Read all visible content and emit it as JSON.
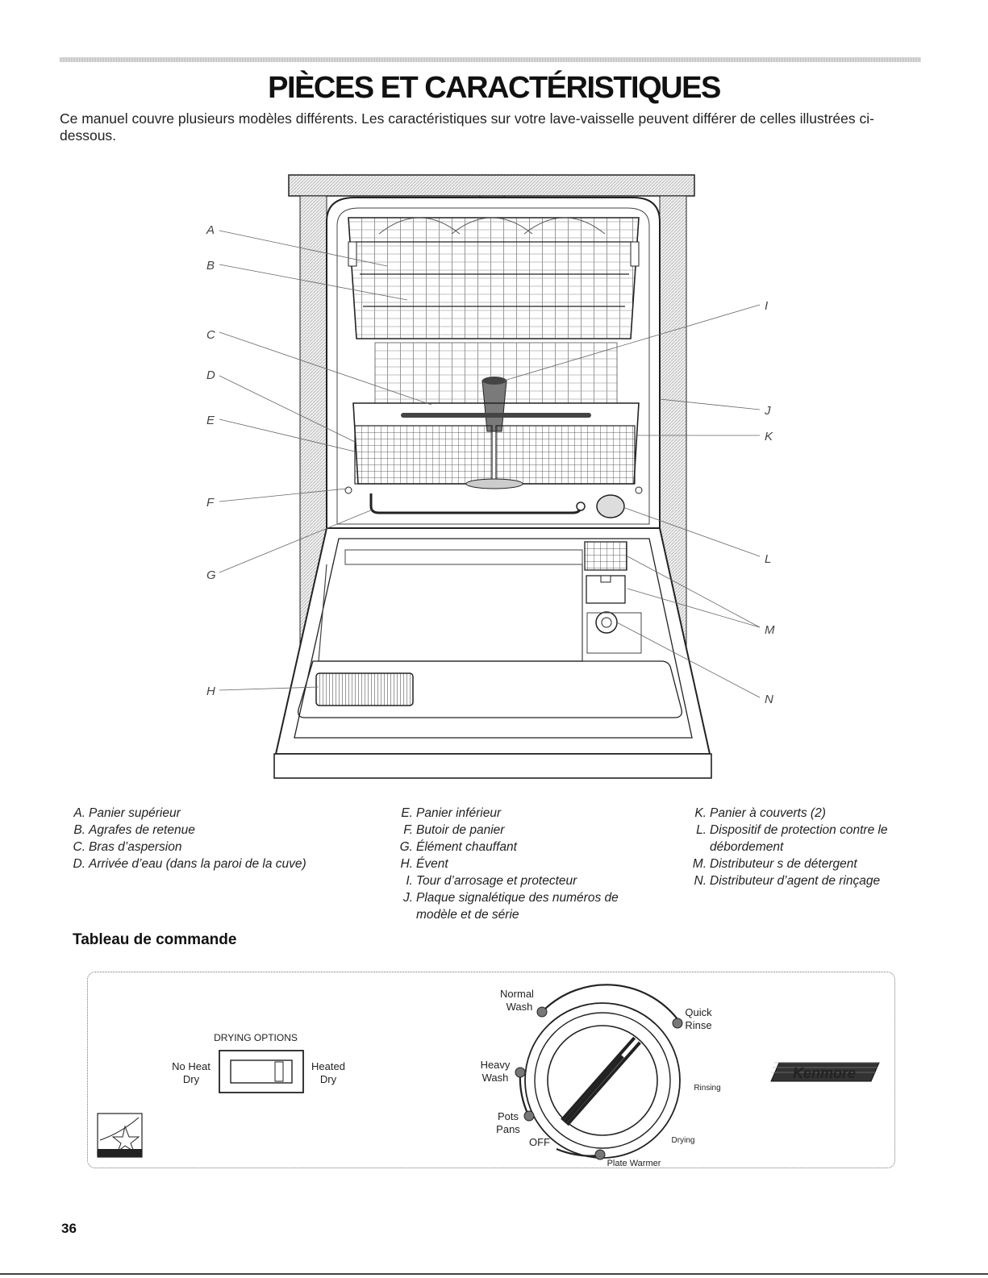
{
  "page": {
    "title": "PIÈCES ET CARACTÉRISTIQUES",
    "intro": "Ce manuel couvre plusieurs modèles différents. Les caractéristiques sur votre lave-vaisselle peuvent différer de celles illustrées ci-dessous.",
    "page_number": "36"
  },
  "figure": {
    "labels": [
      "A",
      "B",
      "C",
      "D",
      "E",
      "F",
      "G",
      "H",
      "I",
      "J",
      "K",
      "L",
      "M",
      "N"
    ]
  },
  "captions": {
    "col1": [
      {
        "letter": "A.",
        "text": "Panier supérieur"
      },
      {
        "letter": "B.",
        "text": "Agrafes de retenue"
      },
      {
        "letter": "C.",
        "text": "Bras d’aspersion"
      },
      {
        "letter": "D.",
        "text": "Arrivée d’eau (dans la paroi de la cuve)"
      }
    ],
    "col2": [
      {
        "letter": "E.",
        "text": "Panier inférieur"
      },
      {
        "letter": "F.",
        "text": "Butoir de panier"
      },
      {
        "letter": "G.",
        "text": "Élément chauffant"
      },
      {
        "letter": "H.",
        "text": "Évent"
      },
      {
        "letter": "I.",
        "text": "Tour d’arrosage et protecteur"
      },
      {
        "letter": "J.",
        "text": "Plaque signalétique des numéros de modèle et de série"
      }
    ],
    "col3": [
      {
        "letter": "K.",
        "text": "Panier à couverts (2)"
      },
      {
        "letter": "L.",
        "text": "Dispositif de protection contre le débordement"
      },
      {
        "letter": "M.",
        "text": "Distributeur s de détergent"
      },
      {
        "letter": "N.",
        "text": "Distributeur d’agent de rinçage"
      }
    ]
  },
  "control_panel": {
    "heading": "Tableau de commande",
    "drying": {
      "title": "DRYING OPTIONS",
      "left_1": "No Heat",
      "left_2": "Dry",
      "right_1": "Heated",
      "right_2": "Dry"
    },
    "energy_star": "ENERGY STAR",
    "dial": {
      "normal_1": "Normal",
      "normal_2": "Wash",
      "quick_1": "Quick",
      "quick_2": "Rinse",
      "heavy_1": "Heavy",
      "heavy_2": "Wash",
      "pots_1": "Pots",
      "pots_2": "Pans",
      "off": "OFF",
      "rinsing": "Rinsing",
      "drying": "Drying",
      "plate_warmer": "Plate Warmer"
    },
    "brand": "Kenmore"
  }
}
